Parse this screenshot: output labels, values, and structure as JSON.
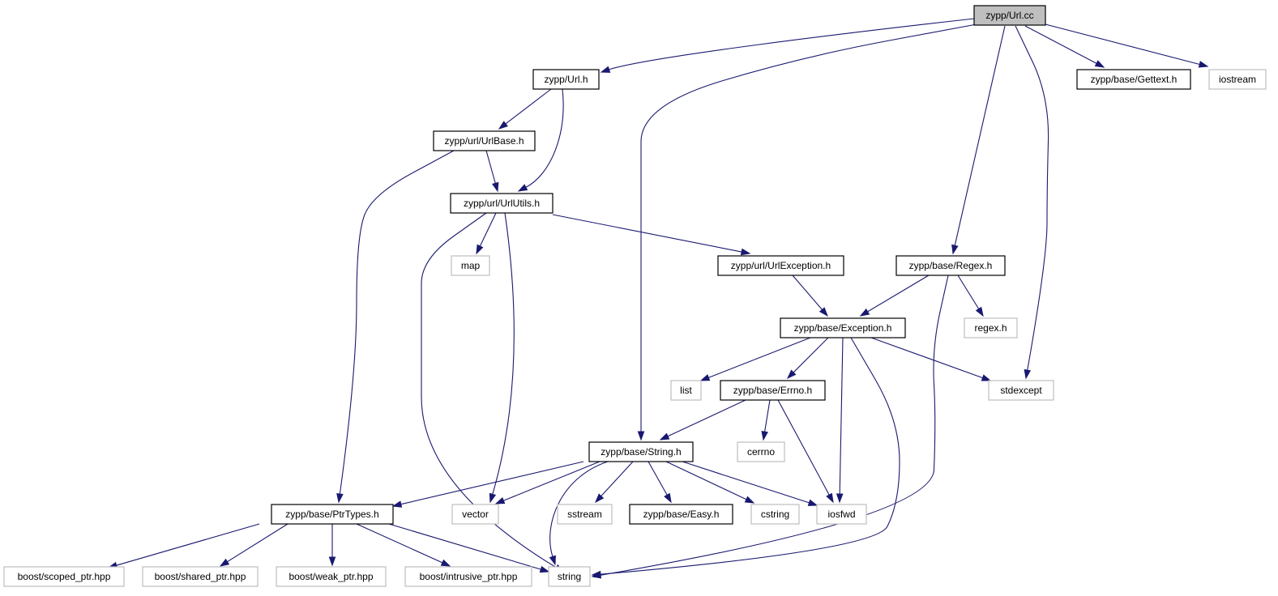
{
  "graph": {
    "nodes": [
      {
        "id": "url_cc",
        "label": "zypp/Url.cc",
        "kind": "root"
      },
      {
        "id": "url_h",
        "label": "zypp/Url.h",
        "kind": "header"
      },
      {
        "id": "gettext",
        "label": "zypp/base/Gettext.h",
        "kind": "header"
      },
      {
        "id": "iostream",
        "label": "iostream",
        "kind": "system"
      },
      {
        "id": "urlbase",
        "label": "zypp/url/UrlBase.h",
        "kind": "header"
      },
      {
        "id": "urlutils",
        "label": "zypp/url/UrlUtils.h",
        "kind": "header"
      },
      {
        "id": "map",
        "label": "map",
        "kind": "system"
      },
      {
        "id": "urlexception",
        "label": "zypp/url/UrlException.h",
        "kind": "header"
      },
      {
        "id": "regex_h",
        "label": "zypp/base/Regex.h",
        "kind": "header"
      },
      {
        "id": "exception",
        "label": "zypp/base/Exception.h",
        "kind": "header"
      },
      {
        "id": "regex",
        "label": "regex.h",
        "kind": "system"
      },
      {
        "id": "list",
        "label": "list",
        "kind": "system"
      },
      {
        "id": "errno",
        "label": "zypp/base/Errno.h",
        "kind": "header"
      },
      {
        "id": "stdexcept",
        "label": "stdexcept",
        "kind": "system"
      },
      {
        "id": "cerrno",
        "label": "cerrno",
        "kind": "system"
      },
      {
        "id": "string_h",
        "label": "zypp/base/String.h",
        "kind": "header"
      },
      {
        "id": "ptrtypes",
        "label": "zypp/base/PtrTypes.h",
        "kind": "header"
      },
      {
        "id": "vector",
        "label": "vector",
        "kind": "system"
      },
      {
        "id": "sstream",
        "label": "sstream",
        "kind": "system"
      },
      {
        "id": "easy",
        "label": "zypp/base/Easy.h",
        "kind": "header"
      },
      {
        "id": "cstring",
        "label": "cstring",
        "kind": "system"
      },
      {
        "id": "iosfwd",
        "label": "iosfwd",
        "kind": "system"
      },
      {
        "id": "scoped_ptr",
        "label": "boost/scoped_ptr.hpp",
        "kind": "system"
      },
      {
        "id": "shared_ptr",
        "label": "boost/shared_ptr.hpp",
        "kind": "system"
      },
      {
        "id": "weak_ptr",
        "label": "boost/weak_ptr.hpp",
        "kind": "system"
      },
      {
        "id": "intrusive_ptr",
        "label": "boost/intrusive_ptr.hpp",
        "kind": "system"
      },
      {
        "id": "string",
        "label": "string",
        "kind": "system"
      }
    ],
    "edges": [
      {
        "from": "url_cc",
        "to": "url_h"
      },
      {
        "from": "url_cc",
        "to": "string_h"
      },
      {
        "from": "url_cc",
        "to": "regex_h"
      },
      {
        "from": "url_cc",
        "to": "stdexcept"
      },
      {
        "from": "url_cc",
        "to": "gettext"
      },
      {
        "from": "url_cc",
        "to": "iostream"
      },
      {
        "from": "url_h",
        "to": "urlbase"
      },
      {
        "from": "url_h",
        "to": "urlutils"
      },
      {
        "from": "urlbase",
        "to": "urlutils"
      },
      {
        "from": "urlbase",
        "to": "ptrtypes"
      },
      {
        "from": "urlutils",
        "to": "map"
      },
      {
        "from": "urlutils",
        "to": "string"
      },
      {
        "from": "urlutils",
        "to": "vector"
      },
      {
        "from": "urlutils",
        "to": "urlexception"
      },
      {
        "from": "urlexception",
        "to": "exception"
      },
      {
        "from": "regex_h",
        "to": "exception"
      },
      {
        "from": "regex_h",
        "to": "regex"
      },
      {
        "from": "regex_h",
        "to": "string"
      },
      {
        "from": "exception",
        "to": "list"
      },
      {
        "from": "exception",
        "to": "errno"
      },
      {
        "from": "exception",
        "to": "iosfwd"
      },
      {
        "from": "exception",
        "to": "string"
      },
      {
        "from": "exception",
        "to": "stdexcept"
      },
      {
        "from": "errno",
        "to": "string_h"
      },
      {
        "from": "errno",
        "to": "cerrno"
      },
      {
        "from": "errno",
        "to": "iosfwd"
      },
      {
        "from": "string_h",
        "to": "ptrtypes"
      },
      {
        "from": "string_h",
        "to": "vector"
      },
      {
        "from": "string_h",
        "to": "string"
      },
      {
        "from": "string_h",
        "to": "sstream"
      },
      {
        "from": "string_h",
        "to": "easy"
      },
      {
        "from": "string_h",
        "to": "cstring"
      },
      {
        "from": "string_h",
        "to": "iosfwd"
      },
      {
        "from": "ptrtypes",
        "to": "scoped_ptr"
      },
      {
        "from": "ptrtypes",
        "to": "shared_ptr"
      },
      {
        "from": "ptrtypes",
        "to": "weak_ptr"
      },
      {
        "from": "ptrtypes",
        "to": "intrusive_ptr"
      },
      {
        "from": "ptrtypes",
        "to": "string"
      }
    ]
  },
  "colors": {
    "edge": "#191970",
    "root_fill": "#bfbfbf",
    "root_stroke": "#000000",
    "header_fill": "#ffffff",
    "header_stroke": "#000000",
    "system_fill": "#ffffff",
    "system_stroke": "#bfbfbf"
  }
}
